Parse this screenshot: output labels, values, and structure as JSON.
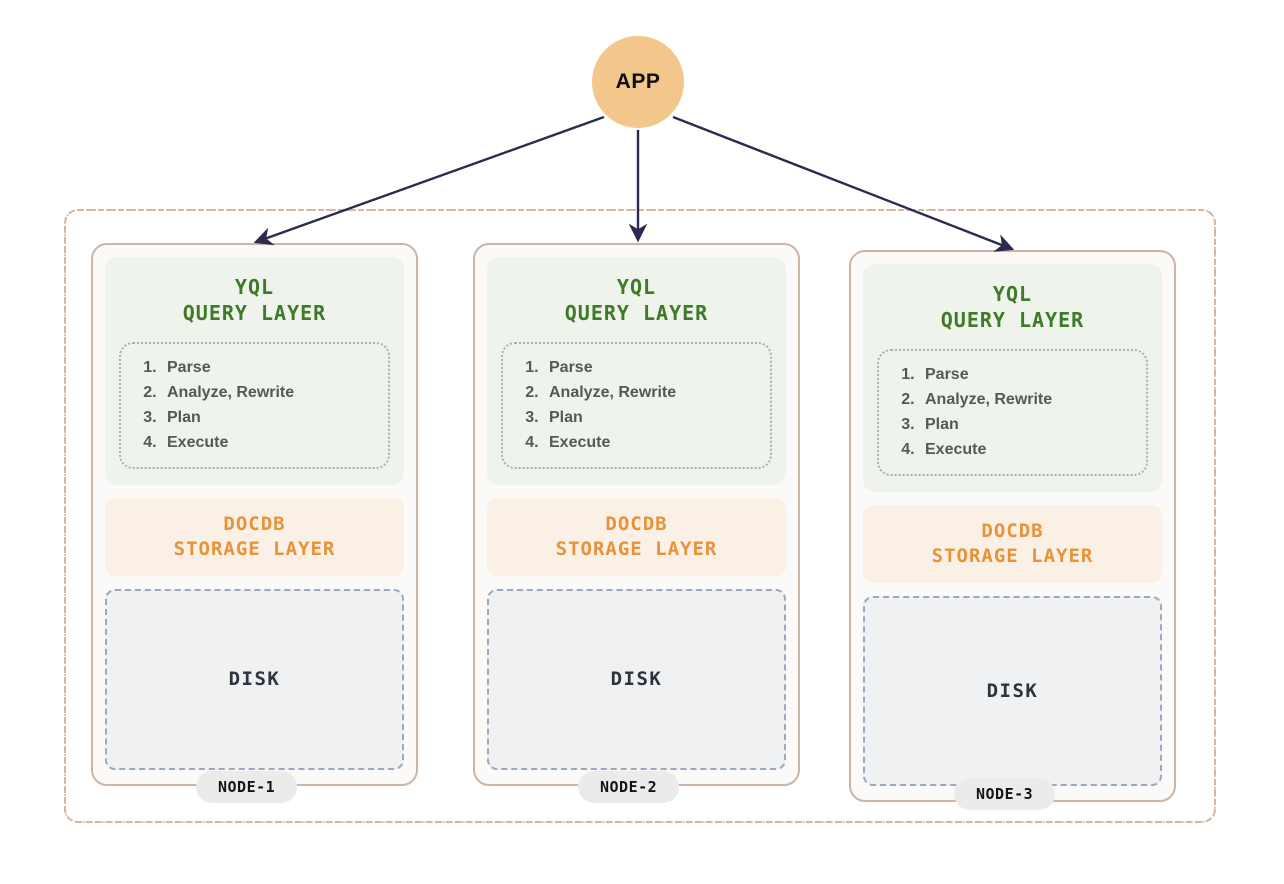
{
  "diagram": {
    "app": {
      "label": "APP",
      "color": "#f3c68b"
    },
    "cluster": {
      "border_color": "#d3b6a4",
      "border_style": "dash-dot"
    },
    "arrows": {
      "color": "#2b2a50",
      "count": 3,
      "from": "APP",
      "to": [
        "NODE-1",
        "NODE-2",
        "NODE-3"
      ]
    },
    "colors": {
      "yql_panel_bg": "#eef4ec",
      "yql_text": "#3f7a28",
      "docdb_panel_bg": "#fbf0e5",
      "docdb_text": "#e8923a",
      "disk_panel_bg": "#eff1f2",
      "disk_border": "#9aa9bd",
      "disk_text": "#2c3440",
      "node_card_bg": "#fcfaf8",
      "node_card_border": "#cdb5a6",
      "steps_text": "#55585a",
      "badge_bg": "#ebebeb"
    },
    "nodes": [
      {
        "badge": "NODE-1",
        "yql_title": "YQL\nQUERY LAYER",
        "steps": [
          "Parse",
          "Analyze, Rewrite",
          "Plan",
          "Execute"
        ],
        "docdb_title": "DOCDB\nSTORAGE LAYER",
        "disk_title": "DISK"
      },
      {
        "badge": "NODE-2",
        "yql_title": "YQL\nQUERY LAYER",
        "steps": [
          "Parse",
          "Analyze, Rewrite",
          "Plan",
          "Execute"
        ],
        "docdb_title": "DOCDB\nSTORAGE LAYER",
        "disk_title": "DISK"
      },
      {
        "badge": "NODE-3",
        "yql_title": "YQL\nQUERY LAYER",
        "steps": [
          "Parse",
          "Analyze, Rewrite",
          "Plan",
          "Execute"
        ],
        "docdb_title": "DOCDB\nSTORAGE LAYER",
        "disk_title": "DISK"
      }
    ]
  }
}
